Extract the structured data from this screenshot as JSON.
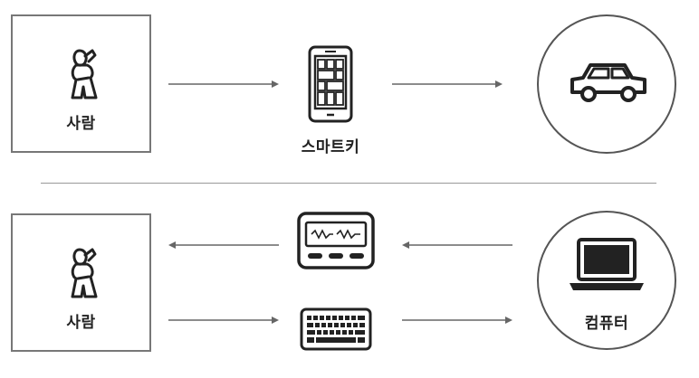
{
  "top": {
    "person_label": "사람",
    "device_label": "스마트키",
    "target_icon": "car-icon",
    "device_icon": "smartphone-icon",
    "person_icon": "person-icon"
  },
  "bottom": {
    "person_label": "사람",
    "target_label": "컴퓨터",
    "output_device_icon": "display-pager-icon",
    "input_device_icon": "keyboard-icon",
    "target_icon": "laptop-icon",
    "person_icon": "person-icon"
  },
  "colors": {
    "stroke": "#222222",
    "box_border": "#777777",
    "arrow": "#666666"
  }
}
